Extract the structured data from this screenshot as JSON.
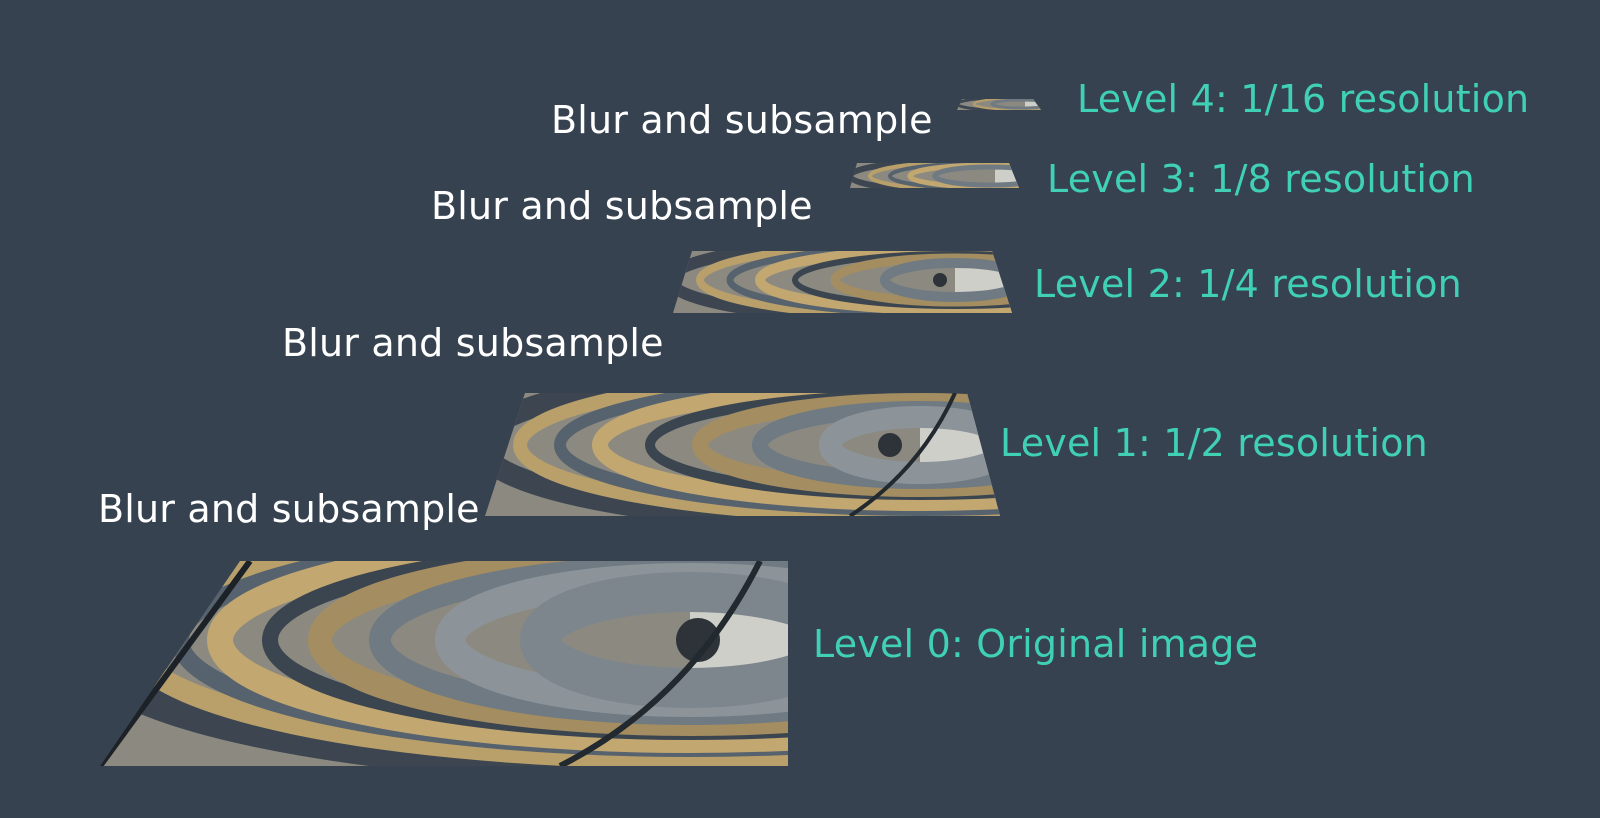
{
  "steps": [
    {
      "label": "Blur and subsample"
    },
    {
      "label": "Blur and subsample"
    },
    {
      "label": "Blur and subsample"
    },
    {
      "label": "Blur and subsample"
    }
  ],
  "levels": [
    {
      "label": "Level  0: Original image"
    },
    {
      "label": "Level  1: 1/2 resolution"
    },
    {
      "label": "Level  2: 1/4 resolution"
    },
    {
      "label": "Level  3: 1/8 resolution"
    },
    {
      "label": "Level 4: 1/16 resolution"
    }
  ],
  "colors": {
    "background": "#364250",
    "step_text": "#ffffff",
    "level_text": "#3fd0b6"
  }
}
